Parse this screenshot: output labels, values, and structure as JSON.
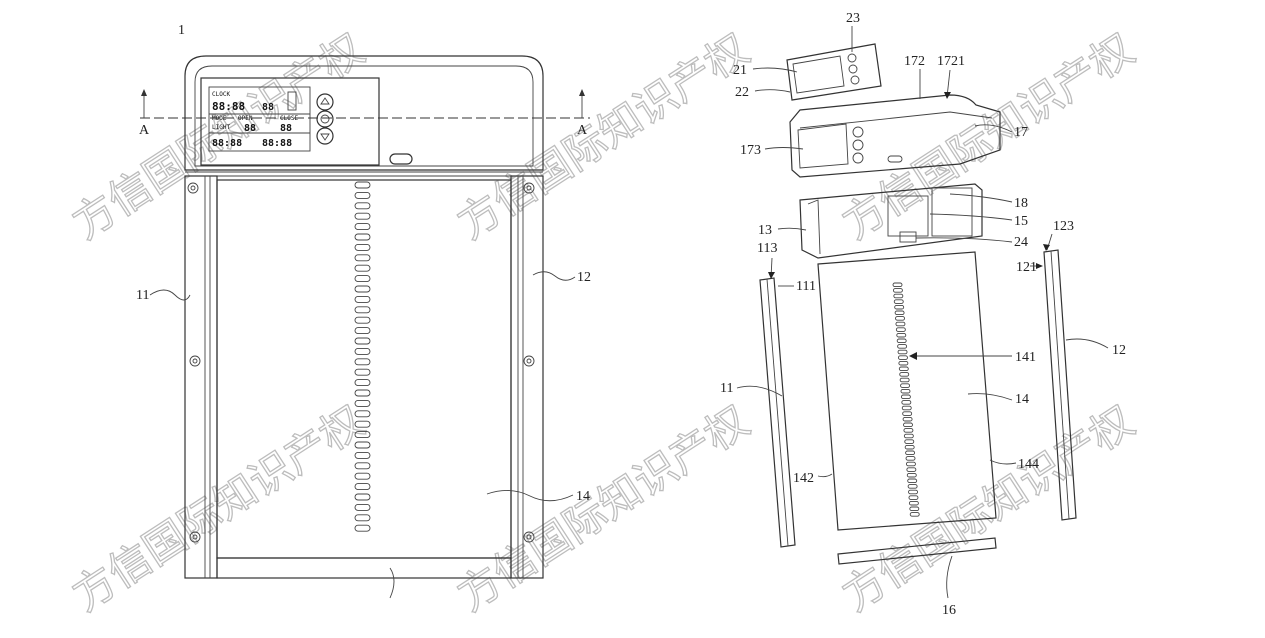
{
  "figure": {
    "figure_number": "1",
    "section_marker": "A",
    "watermark_text": "方信国际知识产权",
    "lcd": {
      "clock_text": "CLOCK",
      "open_text": "OPEN",
      "close_text": "CLOSE",
      "light_text": "LIGHT",
      "mode_text": "MODE",
      "time_digits": "88:88",
      "small_digits": "88"
    },
    "left_labels": {
      "l11": "11",
      "l12": "12",
      "l14": "14"
    },
    "right_labels": {
      "l23": "23",
      "l21": "21",
      "l22": "22",
      "l172": "172",
      "l1721": "1721",
      "l17": "17",
      "l173": "173",
      "l18": "18",
      "l15": "15",
      "l13": "13",
      "l24": "24",
      "l113": "113",
      "l123": "123",
      "l121": "121",
      "l111": "111",
      "l141": "141",
      "l12": "12",
      "l11": "11",
      "l14": "14",
      "l142": "142",
      "l144": "144",
      "l16": "16"
    }
  }
}
